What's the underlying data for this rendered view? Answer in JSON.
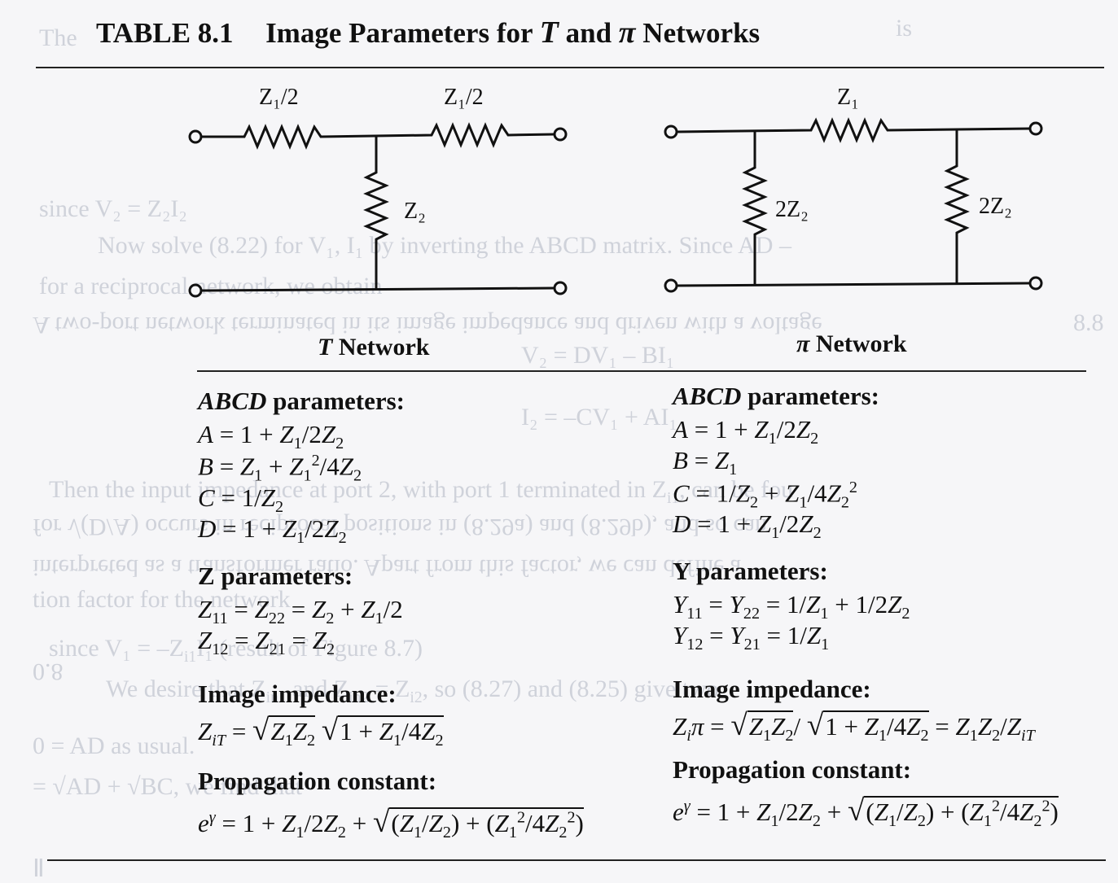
{
  "table": {
    "number": "TABLE 8.1",
    "title_prefix": "Image Parameters for",
    "title_t": "T",
    "title_and": "and",
    "title_pi": "π",
    "title_suffix": "Networks"
  },
  "circuits": {
    "t_series_label": "Z₁/2",
    "t_shunt_label": "Z₂",
    "pi_series_label": "Z₁",
    "pi_shunt_label": "2Z₂"
  },
  "t_network": {
    "name_sym": "T",
    "name": "Network",
    "abcd_heading_sym": "ABCD",
    "abcd_heading": "parameters:",
    "z_heading": "Z parameters:",
    "image_heading": "Image impedance:",
    "prop_heading": "Propagation constant:"
  },
  "pi_network": {
    "name_sym": "π",
    "name": "Network",
    "abcd_heading_sym": "ABCD",
    "abcd_heading": "parameters:",
    "y_heading": "Y parameters:",
    "image_heading": "Image impedance:",
    "prop_heading": "Propagation constant:"
  },
  "colors": {
    "ink": "#111111",
    "paper": "#f6f6f8",
    "bleed": "#cfd2da"
  }
}
